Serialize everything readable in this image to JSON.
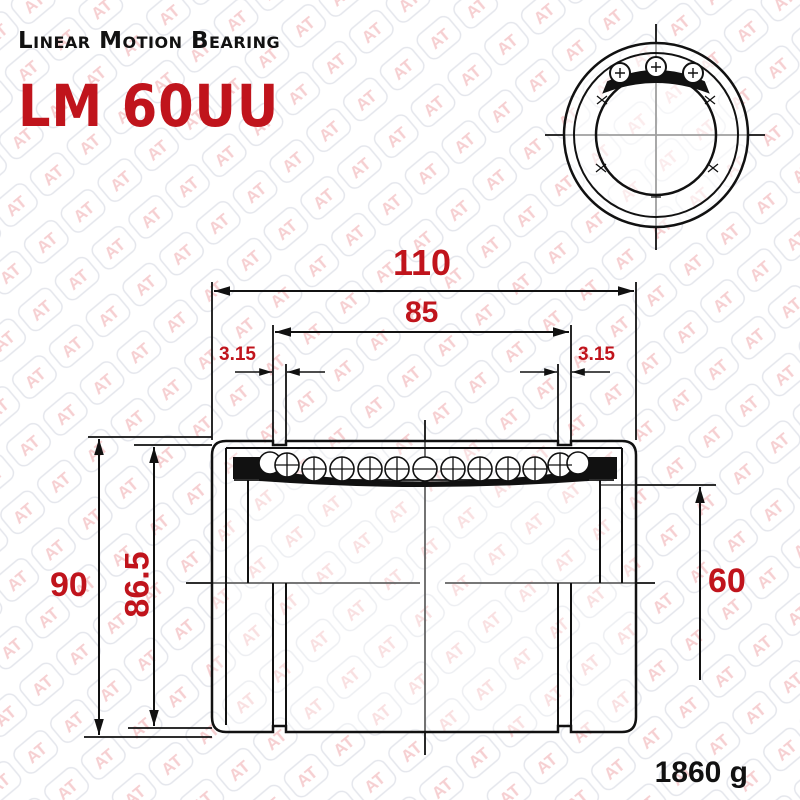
{
  "header": {
    "subtitle": "Linear Motion Bearing",
    "model": "LM 60UU"
  },
  "dimensions": {
    "overall_length": "110",
    "retaining_ring_distance": "85",
    "ring_width_left": "3.15",
    "ring_width_right": "3.15",
    "outer_diameter": "90",
    "groove_diameter": "86.5",
    "inner_diameter": "60"
  },
  "weight": "1860 g",
  "watermark": {
    "text": "AT",
    "color": "#f3c6c8"
  },
  "colors": {
    "accent": "#c0141c",
    "line": "#111111"
  }
}
